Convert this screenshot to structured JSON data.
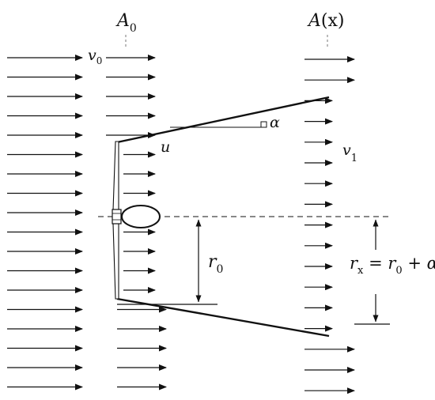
{
  "labels": {
    "A0": {
      "main": "A",
      "sub": "0"
    },
    "Ax": {
      "main": "A",
      "rest": "(x)"
    },
    "v0": {
      "main": "v",
      "sub": "0"
    },
    "v1": {
      "main": "v",
      "sub": "1"
    },
    "u": "u",
    "alpha": "α",
    "r0": {
      "main": "r",
      "sub": "0"
    },
    "rx": {
      "main": "r",
      "sub": "x",
      "rest": " = r",
      "sub2": "0",
      "tail": " + αx"
    }
  },
  "colors": {
    "ink": "#111111",
    "background": "#ffffff"
  }
}
